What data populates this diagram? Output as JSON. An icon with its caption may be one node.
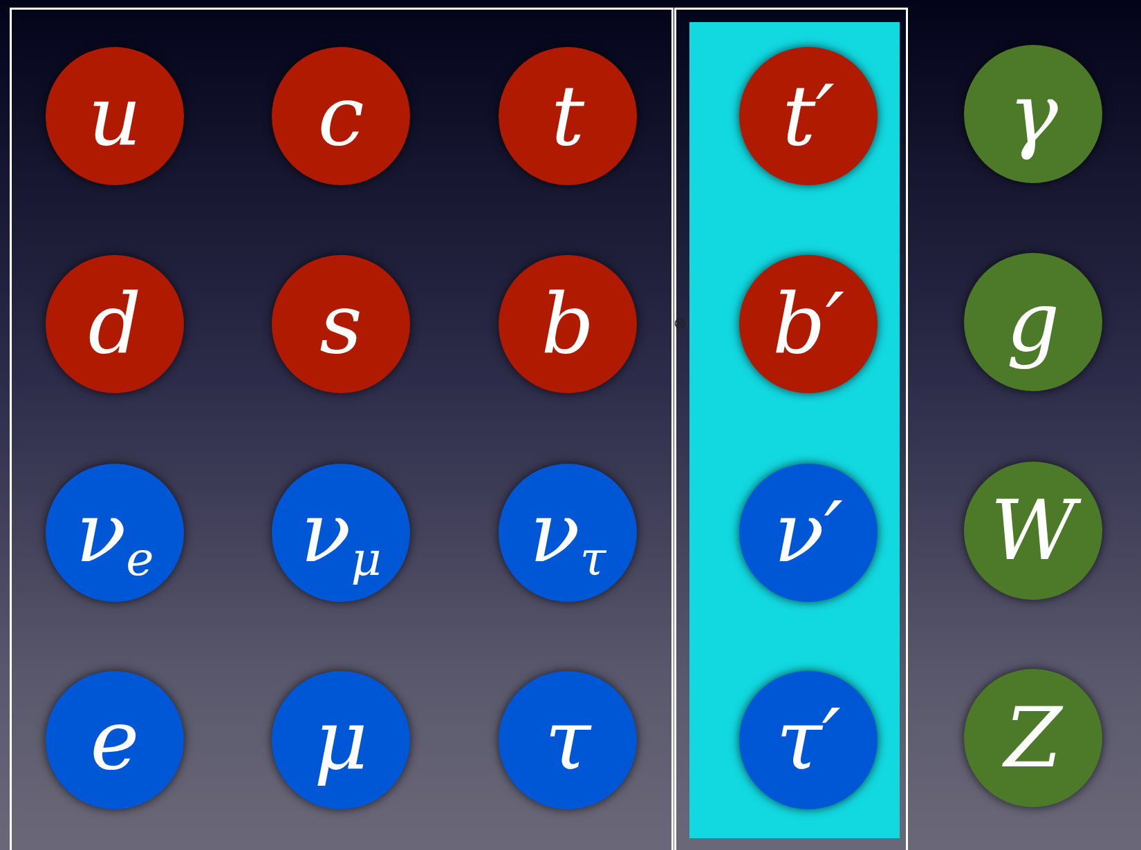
{
  "diagram": {
    "nodes": [
      {
        "text": [],
        "shape": "box"
      },
      {
        "text": [
          "u"
        ],
        "in": 0
      },
      {
        "text": [
          "c"
        ],
        "in": 0
      },
      {
        "text": [
          "t"
        ],
        "in": 0
      },
      {
        "text": [
          "d"
        ],
        "in": 0
      },
      {
        "text": [
          "s"
        ],
        "in": 0
      },
      {
        "text": [
          "b"
        ],
        "in": 0
      },
      {
        "text": [
          "ν$_{e}$"
        ],
        "in": 0
      },
      {
        "text": [
          "ν$_{μ}$"
        ],
        "in": 0
      },
      {
        "text": [
          "ν$_{τ}$"
        ],
        "in": 0
      },
      {
        "text": [
          "e"
        ],
        "in": 0
      },
      {
        "text": [
          "μ"
        ],
        "in": 0
      },
      {
        "text": [
          "τ"
        ],
        "in": 0
      },
      {
        "text": [],
        "shape": "box"
      },
      {
        "text": [],
        "shape": "box",
        "in": 13
      },
      {
        "text": [
          "t′"
        ],
        "in": 14
      },
      {
        "text": [
          "b′"
        ],
        "in": 14
      },
      {
        "text": [
          "ν′"
        ],
        "in": 14
      },
      {
        "text": [
          "τ′"
        ],
        "in": 14
      },
      {
        "text": [
          "γ"
        ]
      },
      {
        "text": [
          "g"
        ]
      },
      {
        "text": [
          "W"
        ]
      },
      {
        "text": [
          "Z"
        ]
      }
    ]
  }
}
